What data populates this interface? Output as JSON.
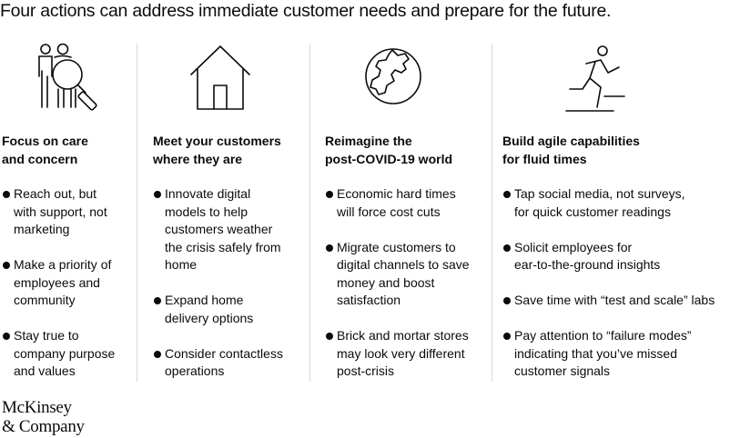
{
  "title": "Four actions can address immediate customer needs and prepare for the future.",
  "columns": [
    {
      "icon": "people-magnifier-icon",
      "heading": "Focus on care\nand concern",
      "bullets": [
        "Reach out, but\nwith support, not\nmarketing",
        "Make a priority of\nemployees and\ncommunity",
        "Stay true to\ncompany purpose\nand values"
      ]
    },
    {
      "icon": "house-icon",
      "heading": "Meet your customers\nwhere they are",
      "bullets": [
        "Innovate digital\nmodels to help\ncustomers weather\nthe crisis safely from\nhome",
        "Expand home\ndelivery options",
        "Consider contactless\noperations"
      ]
    },
    {
      "icon": "globe-icon",
      "heading": "Reimagine the\npost-COVID-19 world",
      "bullets": [
        "Economic hard times\nwill force cost cuts",
        "Migrate customers to\ndigital channels to save\nmoney and boost\nsatisfaction",
        "Brick and mortar stores\nmay look very different\npost-crisis"
      ]
    },
    {
      "icon": "running-person-icon",
      "heading": "Build agile capabilities\nfor fluid times",
      "bullets": [
        "Tap social media, not surveys,\nfor quick customer readings",
        "Solicit employees for\near-to-the-ground insights",
        "Save time with “test and scale” labs",
        "Pay attention to “failure modes”\nindicating that you’ve missed\ncustomer signals"
      ]
    }
  ],
  "logo": {
    "line1": "McKinsey",
    "line2": "& Company"
  }
}
